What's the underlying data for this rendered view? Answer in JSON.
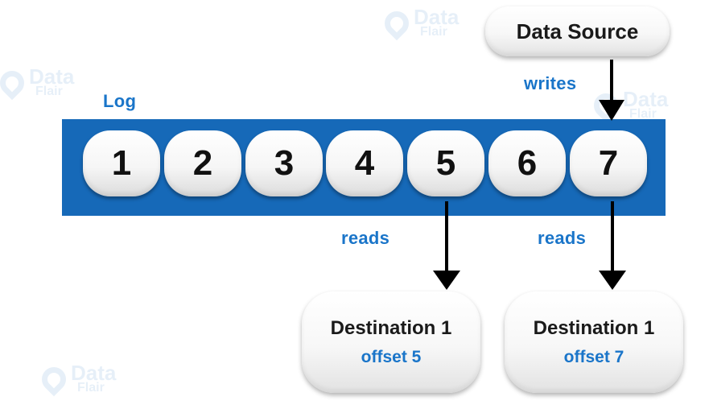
{
  "watermark": {
    "big": "Data",
    "small": "Flair"
  },
  "log": {
    "label": "Log",
    "cells": [
      "1",
      "2",
      "3",
      "4",
      "5",
      "6",
      "7"
    ]
  },
  "source": {
    "title": "Data Source",
    "edge_label": "writes"
  },
  "destinations": [
    {
      "title": "Destination 1",
      "offset": "offset 5",
      "edge_label": "reads"
    },
    {
      "title": "Destination 1",
      "offset": "offset 7",
      "edge_label": "reads"
    }
  ],
  "colors": {
    "log_bar": "#1669b8",
    "label_blue": "#1a75c9",
    "text_dark": "#111111"
  }
}
